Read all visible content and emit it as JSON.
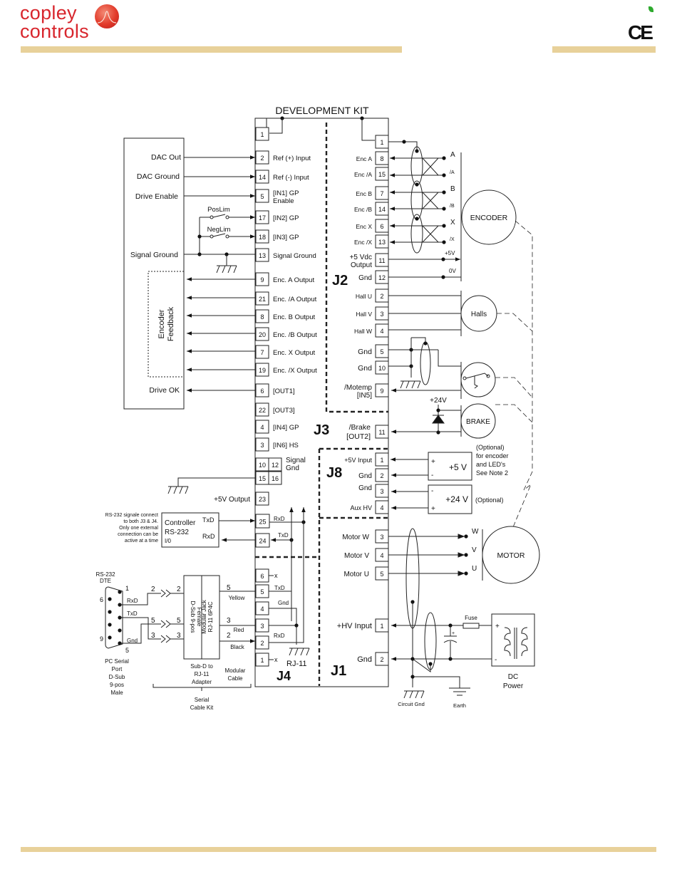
{
  "header": {
    "brand_line1": "copley",
    "brand_line2": "controls",
    "cert_mark": "CE",
    "colors": {
      "brand": "#d8262d",
      "rule": "#e8d19a"
    }
  },
  "diagram": {
    "title": "DEVELOPMENT KIT",
    "connectors": {
      "j1": "J1",
      "j2": "J2",
      "j3": "J3",
      "j4": "J4",
      "j8": "J8"
    },
    "controller_box": {
      "signals": [
        "DAC Out",
        "DAC Ground",
        "Drive Enable",
        "Signal Ground",
        "Drive OK"
      ],
      "feedback_label_line1": "Encoder",
      "feedback_label_line2": "Feedback",
      "limits": [
        "PosLim",
        "NegLim"
      ]
    },
    "j3_pins": [
      {
        "pin": "1",
        "label": ""
      },
      {
        "pin": "2",
        "label": "Ref (+) Input"
      },
      {
        "pin": "14",
        "label": "Ref (-) Input"
      },
      {
        "pin": "5",
        "label": "[IN1] GP",
        "label2": "Enable"
      },
      {
        "pin": "17",
        "label": "[IN2] GP"
      },
      {
        "pin": "18",
        "label": "[IN3] GP"
      },
      {
        "pin": "13",
        "label": "Signal Ground"
      },
      {
        "pin": "9",
        "label": "Enc. A Output"
      },
      {
        "pin": "21",
        "label": "Enc. /A Output"
      },
      {
        "pin": "8",
        "label": "Enc. B Output"
      },
      {
        "pin": "20",
        "label": "Enc. /B Output"
      },
      {
        "pin": "7",
        "label": "Enc. X Output"
      },
      {
        "pin": "19",
        "label": "Enc. /X Output"
      },
      {
        "pin": "6",
        "label": "[OUT1]"
      },
      {
        "pin": "22",
        "label": "[OUT3]"
      },
      {
        "pin": "4",
        "label": "[IN4] GP"
      },
      {
        "pin": "3",
        "label": "[IN6] HS"
      }
    ],
    "j3_signal_gnd": {
      "pins": [
        "10",
        "12",
        "15",
        "16"
      ],
      "label1": "Signal",
      "label2": "Gnd"
    },
    "j3_5v": {
      "pin": "23",
      "label": "+5V Output"
    },
    "j3_rs232": [
      {
        "pin": "25",
        "label": "RxD"
      },
      {
        "pin": "24",
        "label": "TxD"
      }
    ],
    "rs232_controller": {
      "line1": "Controller",
      "line2": "RS-232",
      "line3": "I/0",
      "txd": "TxD",
      "rxd": "RxD",
      "note": [
        "RS-232 signale connect",
        "to both J3 & J4.",
        "Only one external",
        "connection can be",
        "active at a time"
      ]
    },
    "j2_pins": [
      {
        "pin": "1",
        "label": ""
      },
      {
        "pin": "8",
        "label": "Enc A"
      },
      {
        "pin": "15",
        "label": "Enc /A"
      },
      {
        "pin": "7",
        "label": "Enc B"
      },
      {
        "pin": "14",
        "label": "Enc /B"
      },
      {
        "pin": "6",
        "label": "Enc X"
      },
      {
        "pin": "13",
        "label": "Enc /X"
      },
      {
        "pin": "11",
        "label": "+5 Vdc",
        "label2": "Output"
      },
      {
        "pin": "12",
        "label": "Gnd"
      },
      {
        "pin": "2",
        "label": "Hall U"
      },
      {
        "pin": "3",
        "label": "Hall V"
      },
      {
        "pin": "4",
        "label": "Hall W"
      },
      {
        "pin": "5",
        "label": "Gnd"
      },
      {
        "pin": "10",
        "label": "Gnd"
      },
      {
        "pin": "9",
        "label": "/Motemp",
        "label2": "[IN5]"
      }
    ],
    "encoder_signals": [
      "A",
      "/A",
      "B",
      "/B",
      "X",
      "/X",
      "+5V",
      "0V"
    ],
    "j3_brake": {
      "pin": "11",
      "label": "/Brake",
      "label2": "[OUT2]",
      "supply": "+24V"
    },
    "j8_pins": [
      {
        "pin": "1",
        "label": "+5V Input"
      },
      {
        "pin": "2",
        "label": "Gnd"
      },
      {
        "pin": "3",
        "label": "Gnd"
      },
      {
        "pin": "4",
        "label": "Aux HV"
      }
    ],
    "supply_5v": {
      "label": "+5 V",
      "plus": "+",
      "minus": "-",
      "note": [
        "(Optional)",
        "for encoder",
        "and LED's",
        "See Note 2"
      ]
    },
    "supply_24v": {
      "label": "+24 V",
      "plus": "+",
      "minus": "-",
      "note": "(Optional)"
    },
    "motor_pins": [
      {
        "pin": "3",
        "label": "Motor W",
        "phase": "W"
      },
      {
        "pin": "4",
        "label": "Motor V",
        "phase": "V"
      },
      {
        "pin": "5",
        "label": "Motor U",
        "phase": "U"
      }
    ],
    "j1_pins": [
      {
        "pin": "1",
        "label": "+HV Input"
      },
      {
        "pin": "2",
        "label": "Gnd"
      }
    ],
    "devices": {
      "encoder": "ENCODER",
      "halls": "Halls",
      "brake": "BRAKE",
      "motor": "MOTOR"
    },
    "power": {
      "fuse": "Fuse",
      "dc_line1": "DC",
      "dc_line2": "Power",
      "plus": "+",
      "minus": "-",
      "circuit_gnd": "Circuit Gnd",
      "earth": "Earth",
      "cap_plus": "+"
    },
    "j4": {
      "pins": [
        {
          "pin": "6",
          "label": "x"
        },
        {
          "pin": "5",
          "label": "TxD"
        },
        {
          "pin": "4",
          "label": "Gnd"
        },
        {
          "pin": "3",
          "label": ""
        },
        {
          "pin": "2",
          "label": "RxD"
        },
        {
          "pin": "1",
          "label": "x"
        }
      ],
      "jack": "RJ-11"
    },
    "serial_kit": {
      "dte_line1": "RS-232",
      "dte_line2": "DTE",
      "dsub_pins": [
        "1",
        "6",
        "9",
        "5"
      ],
      "dsub_signals": [
        "RxD",
        "TxD",
        "Gnd"
      ],
      "pc_label": [
        "PC Serial",
        "Port",
        "D-Sub",
        "9-pos",
        "Male"
      ],
      "adapter_pins": [
        "2",
        "5",
        "3"
      ],
      "adapter_left": [
        "D-Sub 9-pos",
        "Female"
      ],
      "adapter_right": [
        "Modular Jack",
        "RJ-11 6P4C"
      ],
      "cable_pins": [
        "5",
        "3",
        "2"
      ],
      "wire_colors": [
        "Yellow",
        "Red",
        "Black"
      ],
      "adapter_label": [
        "Sub-D to",
        "RJ-11",
        "Adapter"
      ],
      "cable_label": [
        "Modular",
        "Cable"
      ],
      "kit_label": [
        "Serial",
        "Cable Kit"
      ]
    }
  }
}
